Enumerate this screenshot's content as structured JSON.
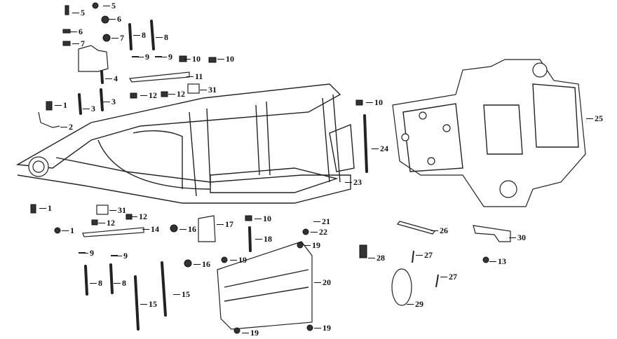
{
  "diagram": {
    "title_visible": false,
    "callouts": [
      "5",
      "5",
      "6",
      "6",
      "7",
      "7",
      "8",
      "8",
      "9",
      "9",
      "10",
      "10",
      "11",
      "4",
      "31",
      "12",
      "12",
      "1",
      "3",
      "3",
      "2",
      "10",
      "25",
      "24",
      "23",
      "1",
      "31",
      "12",
      "12",
      "1",
      "14",
      "16",
      "17",
      "10",
      "21",
      "22",
      "26",
      "30",
      "18",
      "19",
      "9",
      "9",
      "19",
      "28",
      "27",
      "13",
      "16",
      "27",
      "20",
      "8",
      "8",
      "15",
      "15",
      "29",
      "19",
      "19"
    ]
  }
}
